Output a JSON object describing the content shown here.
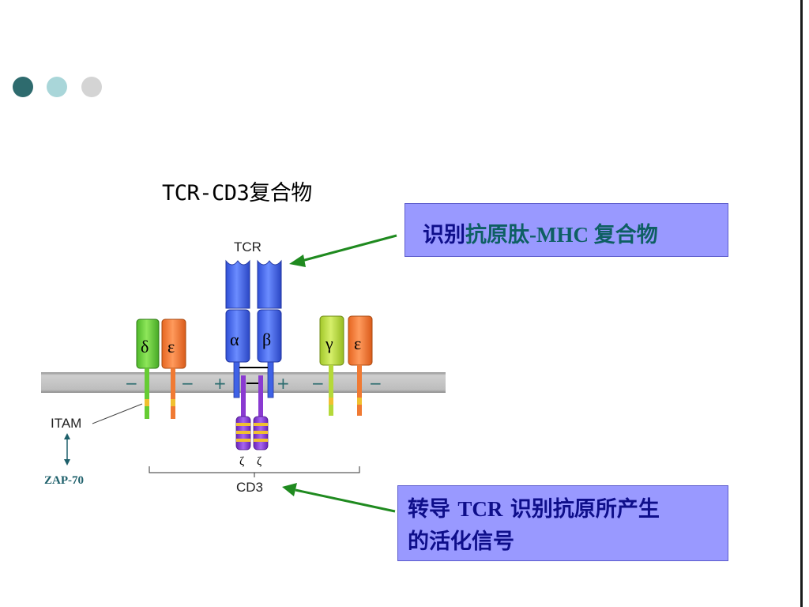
{
  "title": "TCR-CD3复合物",
  "callouts": {
    "recognize": {
      "part1": "识别",
      "part2": "抗原肽",
      "part3": "-MHC ",
      "part4": "复合物"
    },
    "transduce": {
      "line1_a": "转导 ",
      "line1_b": "TCR",
      "line1_c": " 识别抗原所产生",
      "line2": "的活化信号"
    }
  },
  "diagram": {
    "tcr_label": "TCR",
    "alpha": "α",
    "beta": "β",
    "delta": "δ",
    "epsilon": "ε",
    "gamma": "γ",
    "zeta": "ζ",
    "itam": "ITAM",
    "zap70": "ZAP-70",
    "cd3": "CD3",
    "minus": "−",
    "plus": "+"
  },
  "colors": {
    "arrow": "#1f8a1f",
    "callout_fill": "#9999ff",
    "callout_text": "#0e0e8a",
    "callout_highlight": "#0e5f63",
    "tcr_chain": "#3f62e6",
    "delta_chain": "#66cc33",
    "epsilon_chain": "#f07a33",
    "gamma_chain": "#b5d93a",
    "zeta_chain": "#8a3ad1",
    "membrane": "#bdbdbd",
    "zap70": "#1d5f6a"
  }
}
